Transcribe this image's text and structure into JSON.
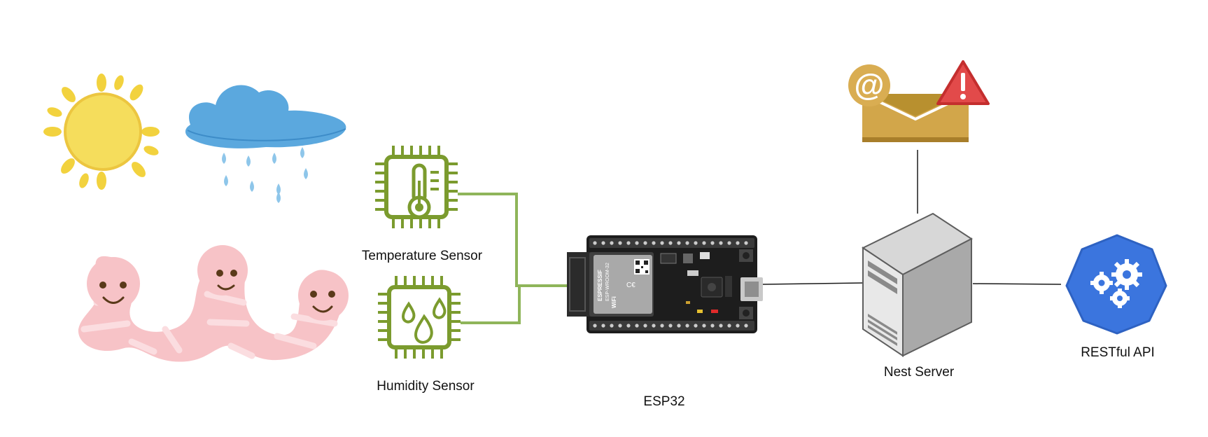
{
  "labels": {
    "temperature_sensor": "Temperature Sensor",
    "humidity_sensor": "Humidity Sensor",
    "esp32": "ESP32",
    "nest_server": "Nest Server",
    "restful_api": "RESTful API"
  },
  "board_text": {
    "brand": "ESPRESSIF",
    "module": "ESP-WROOM-32",
    "wifi": "WiFi"
  },
  "colors": {
    "sensor_green": "#7b9b2e",
    "wire_green": "#8fb55a",
    "connector_black": "#222222",
    "sun_yellow": "#f2dc5d",
    "cloud_blue": "#5aa6dc",
    "worm_pink": "#f7c3c7",
    "mail_gold": "#d2a64a",
    "warning_red": "#e24a4a",
    "server_gray": "#a9a9a9",
    "api_blue": "#3b75de"
  }
}
